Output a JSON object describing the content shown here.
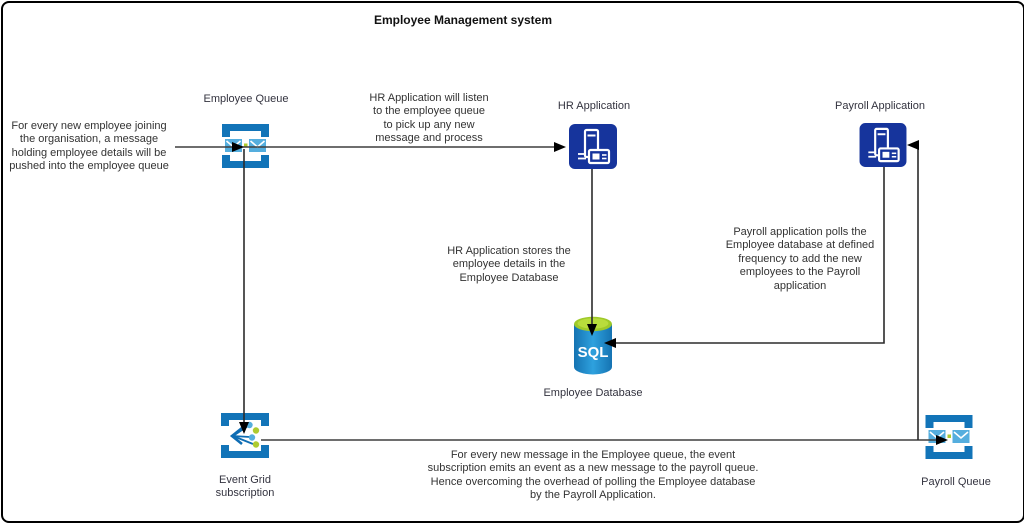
{
  "title": "Employee Management system",
  "colors": {
    "bracket_blue": "#1274b8",
    "envelope_blue": "#55aede",
    "green_accent": "#aecb2f",
    "app_navy": "#16349c",
    "sql_body_blue": "#2297d3",
    "sql_top_green": "#9ec929",
    "edge_gray": "#3f3f3f",
    "label_color": "#33333f"
  },
  "nodes": {
    "employee_queue": {
      "label": "Employee Queue",
      "icon": "queue-icon"
    },
    "hr_application": {
      "label": "HR Application",
      "icon": "application-icon"
    },
    "payroll_application": {
      "label": "Payroll Application",
      "icon": "application-icon"
    },
    "employee_database": {
      "label": "Employee Database",
      "icon": "sql-database-icon",
      "badge": "SQL"
    },
    "event_grid_subscription": {
      "label": "Event Grid\nsubscription",
      "icon": "event-grid-icon"
    },
    "payroll_queue": {
      "label": "Payroll Queue",
      "icon": "queue-icon"
    }
  },
  "annotations": {
    "new_employee": "For every new employee joining\nthe organisation, a message\nholding employee details will be\npushed into the employee queue",
    "hr_listen": "HR Application will listen\nto the employee queue\nto pick up any new\nmessage and process",
    "hr_stores": "HR Application stores the\nemployee details in the\nEmployee Database",
    "payroll_polls": "Payroll application polls the\nEmployee database at defined\nfrequency to add the new\nemployees to the Payroll\napplication",
    "event_emit": "For every new message in the Employee queue, the event\nsubscription emits an event as a new message to the payroll queue.\nHence overcoming the overhead of polling the Employee database\nby the Payroll Application."
  },
  "edges": [
    {
      "name": "new-employee-to-employee-queue",
      "from": "annotation",
      "to": "employee_queue"
    },
    {
      "name": "employee-queue-to-hr-application",
      "from": "employee_queue",
      "to": "hr_application"
    },
    {
      "name": "employee-queue-to-event-grid",
      "from": "employee_queue",
      "to": "event_grid_subscription"
    },
    {
      "name": "hr-application-to-employee-database",
      "from": "hr_application",
      "to": "employee_database"
    },
    {
      "name": "payroll-application-to-employee-database",
      "from": "payroll_application",
      "to": "employee_database"
    },
    {
      "name": "event-grid-to-payroll-queue",
      "from": "event_grid_subscription",
      "to": "payroll_queue"
    },
    {
      "name": "payroll-queue-branch-to-payroll-application",
      "from": "payroll_queue",
      "to": "payroll_application"
    }
  ]
}
